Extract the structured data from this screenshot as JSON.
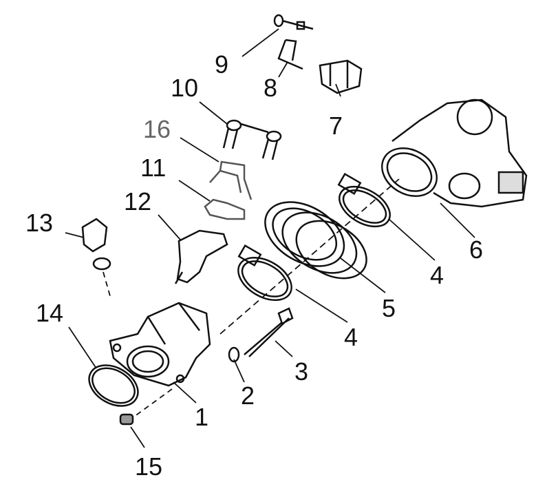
{
  "diagram": {
    "callouts": [
      {
        "id": "c9",
        "text": "9"
      },
      {
        "id": "c8",
        "text": "8"
      },
      {
        "id": "c7",
        "text": "7"
      },
      {
        "id": "c10",
        "text": "10"
      },
      {
        "id": "c16",
        "text": "16"
      },
      {
        "id": "c11",
        "text": "11"
      },
      {
        "id": "c12",
        "text": "12"
      },
      {
        "id": "c13",
        "text": "13"
      },
      {
        "id": "c6",
        "text": "6"
      },
      {
        "id": "c4a",
        "text": "4"
      },
      {
        "id": "c5",
        "text": "5"
      },
      {
        "id": "c4b",
        "text": "4"
      },
      {
        "id": "c14",
        "text": "14"
      },
      {
        "id": "c3",
        "text": "3"
      },
      {
        "id": "c2",
        "text": "2"
      },
      {
        "id": "c1",
        "text": "1"
      },
      {
        "id": "c15",
        "text": "15"
      }
    ]
  }
}
